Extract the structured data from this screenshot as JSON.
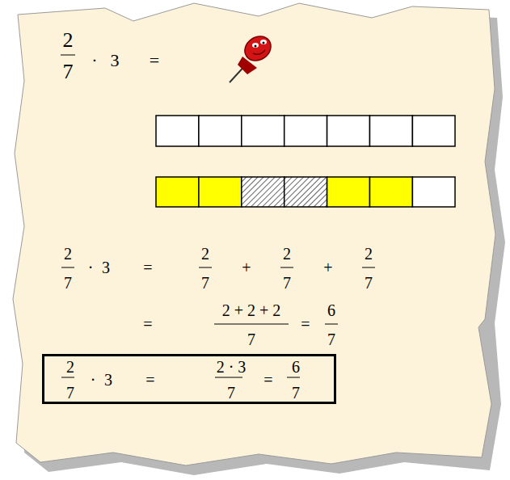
{
  "diagram": {
    "nodes": [
      {
        "text": [
          "2",
          "7",
          "·",
          "3",
          "=",
          "2 · 3",
          "7",
          "=",
          "6",
          "7"
        ]
      }
    ],
    "labels": [
      "2",
      "7",
      "·",
      "3",
      "=",
      "2",
      "7",
      "·",
      "3",
      "=",
      "2",
      "7",
      "+",
      "2",
      "7",
      "+",
      "2",
      "7",
      "=",
      "2 + 2 + 2",
      "7",
      "=",
      "6",
      "7"
    ]
  }
}
